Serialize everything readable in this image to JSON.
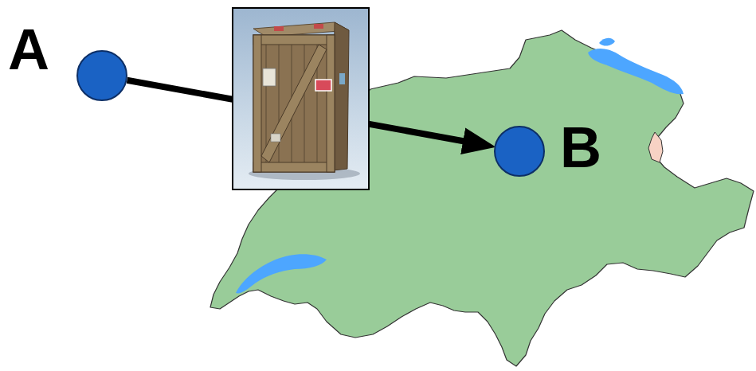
{
  "diagram": {
    "nodes": [
      {
        "text": [
          "A"
        ]
      },
      {
        "text": [
          "B"
        ]
      }
    ],
    "edges": [
      {
        "from": 0,
        "to": 1,
        "arrow": "to"
      }
    ]
  }
}
